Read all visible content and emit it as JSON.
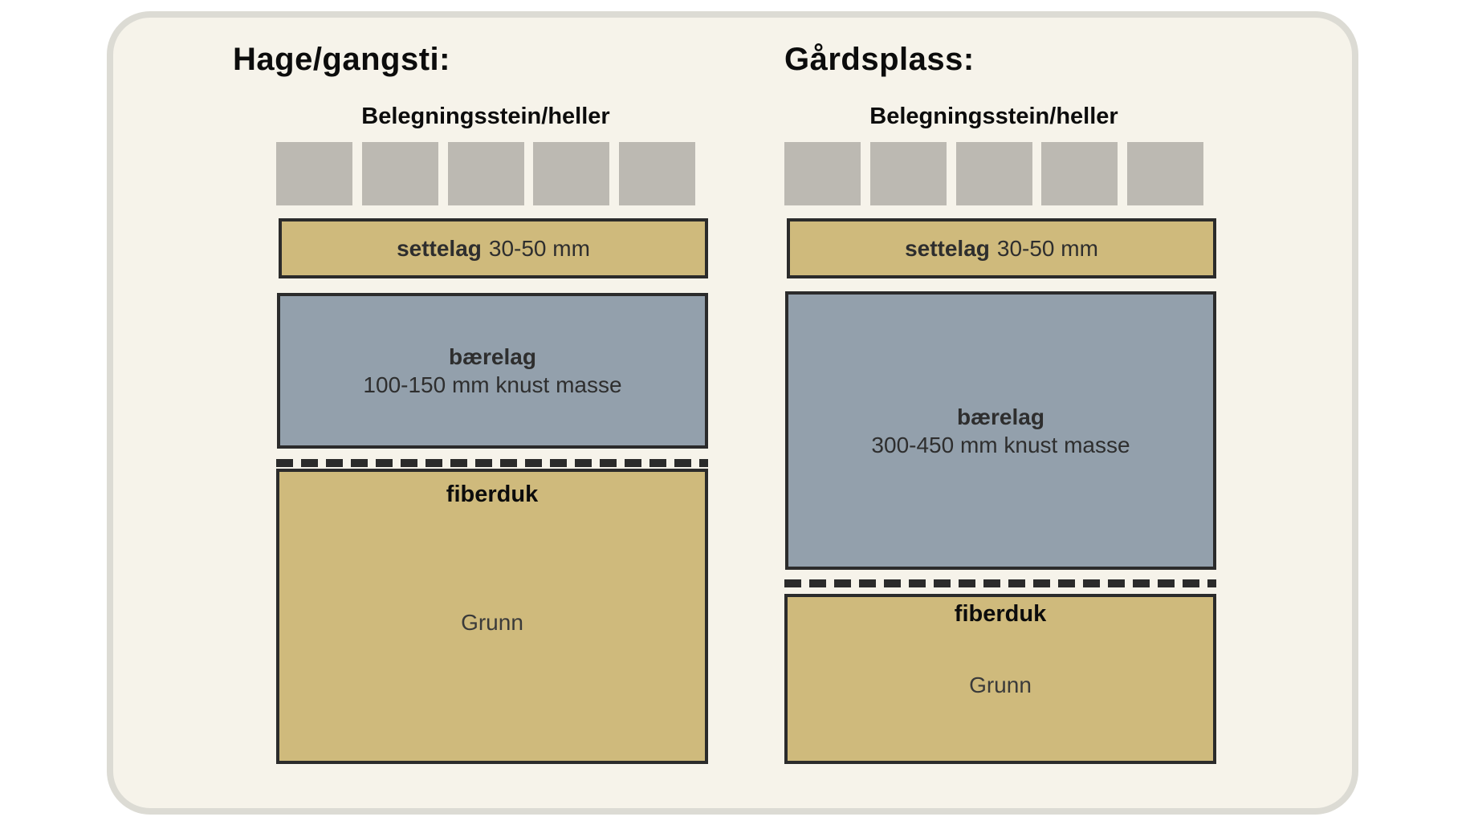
{
  "card": {
    "background": "#f6f3ea",
    "border_color": "#dcdbd4"
  },
  "colors": {
    "paving_stone_gray": "#bcb9b2",
    "sand_tan": "#cfba7c",
    "gravel_blue_gray": "#93a0ac",
    "outline_dark": "#2b2b2b"
  },
  "columns": [
    {
      "title": "Hage/gangsti:",
      "paving_label": "Belegningsstein/heller",
      "settelag_bold": "settelag",
      "settelag_detail": "30-50 mm",
      "baerelag_bold": "bærelag",
      "baerelag_detail": "100-150 mm knust masse",
      "fiberduk_label": "fiberduk",
      "grunn_label": "Grunn"
    },
    {
      "title": "Gårdsplass:",
      "paving_label": "Belegningsstein/heller",
      "settelag_bold": "settelag",
      "settelag_detail": "30-50 mm",
      "baerelag_bold": "bærelag",
      "baerelag_detail": "300-450 mm knust masse",
      "fiberduk_label": "fiberduk",
      "grunn_label": "Grunn"
    }
  ]
}
